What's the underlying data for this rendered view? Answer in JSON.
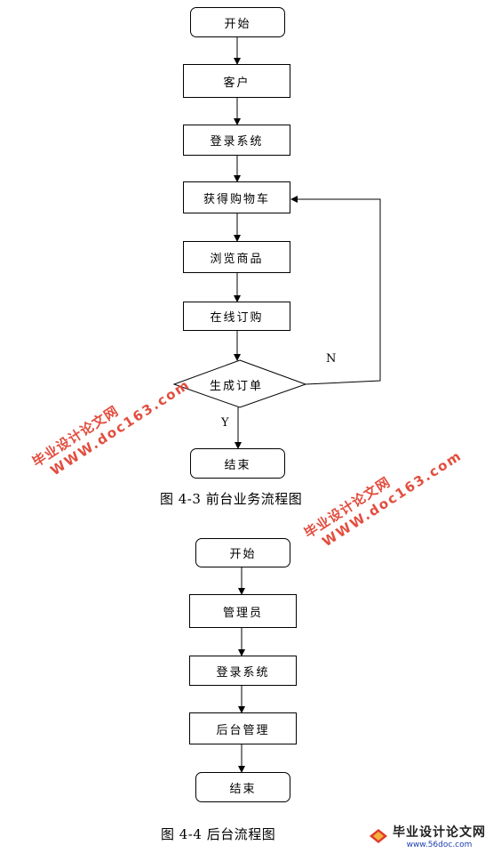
{
  "figure1": {
    "caption": "图 4-3   前台业务流程图",
    "nodes": {
      "start": "开始",
      "customer": "客户",
      "login": "登录系统",
      "cart": "获得购物车",
      "browse": "浏览商品",
      "order_online": "在线订购",
      "create_order": "生成订单",
      "end": "结束"
    },
    "edge_labels": {
      "no": "N",
      "yes": "Y"
    }
  },
  "figure2": {
    "caption": "图 4-4   后台流程图",
    "nodes": {
      "start": "开始",
      "admin": "管理员",
      "login": "登录系统",
      "backend": "后台管理",
      "end": "结束"
    }
  },
  "watermarks": [
    {
      "line1": "毕业设计论文网",
      "line2": "WWW.doc163.com"
    },
    {
      "line1": "毕业设计论文网",
      "line2": "WWW.doc163.com"
    }
  ],
  "logo": {
    "title": "毕业设计论文网",
    "url": "www.56doc.com"
  },
  "colors": {
    "watermark": "#e03a2a",
    "logo_url": "#1a3fb0"
  }
}
